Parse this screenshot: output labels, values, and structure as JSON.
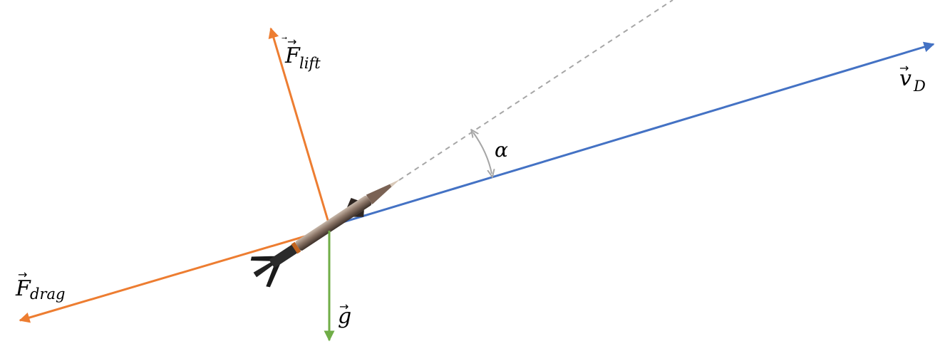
{
  "diagram": {
    "labels": {
      "lift": {
        "symbol": "F",
        "subscript": "lift"
      },
      "drag": {
        "symbol": "F",
        "subscript": "drag"
      },
      "gravity": {
        "symbol": "g",
        "subscript": ""
      },
      "velocity": {
        "symbol": "v",
        "subscript": "D"
      },
      "angle": "α"
    },
    "colors": {
      "force": "#ED7D31",
      "velocity": "#4472C4",
      "gravity": "#70AD47",
      "axis": "#A6A6A6",
      "label": "#000000"
    }
  }
}
